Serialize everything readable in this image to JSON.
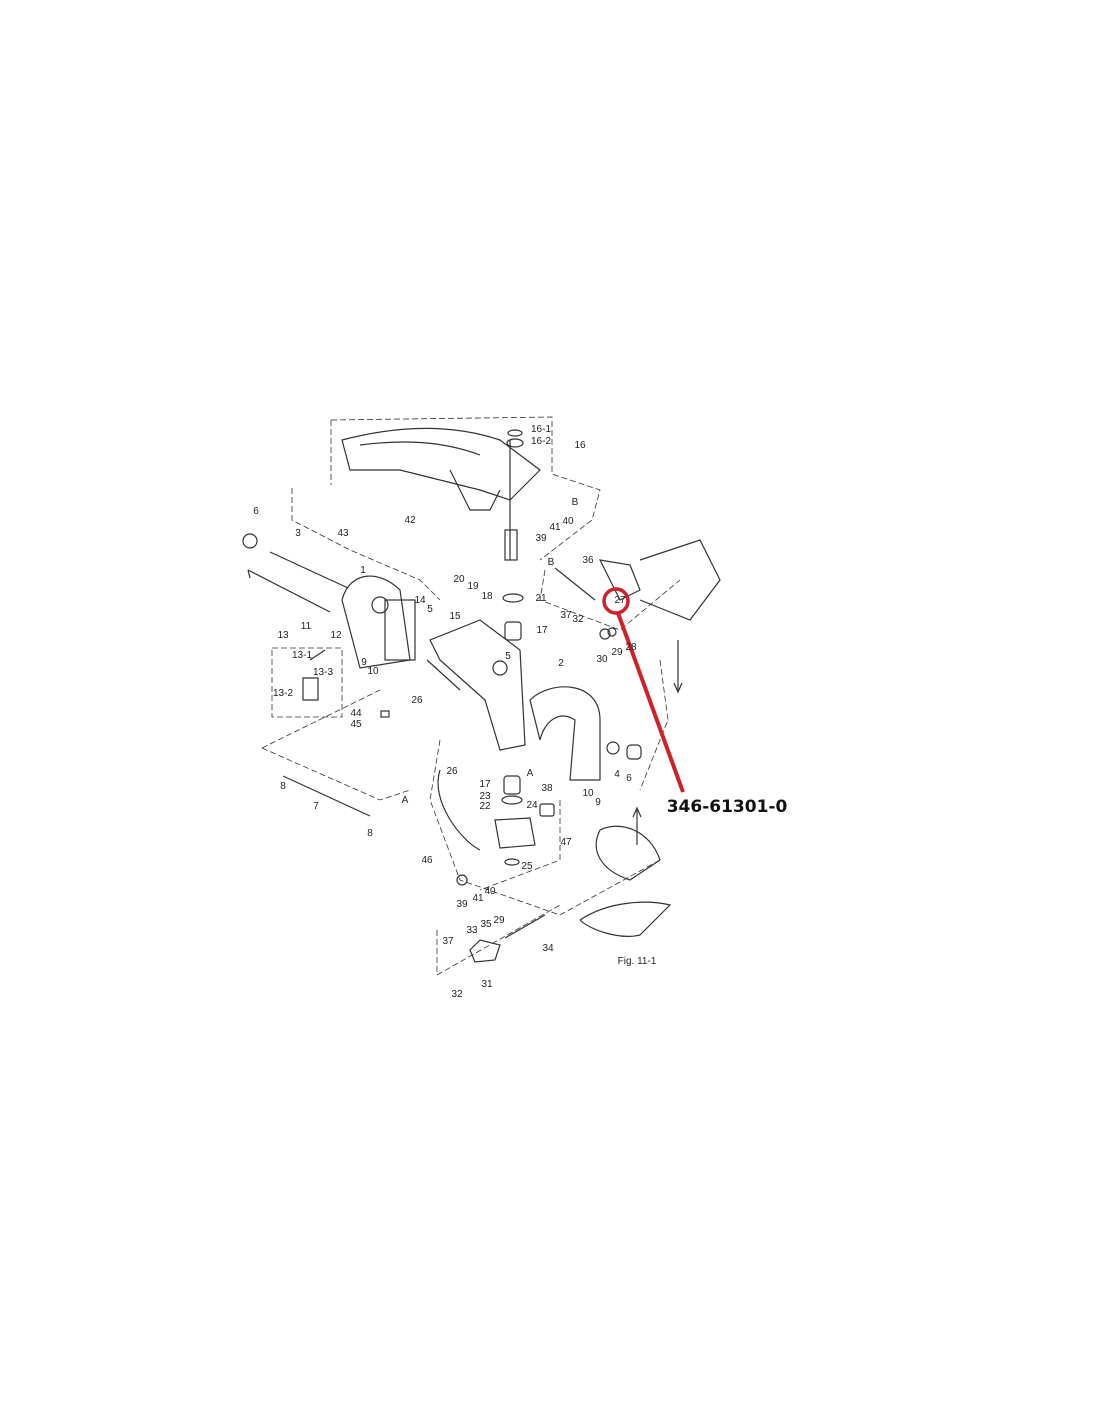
{
  "diagram": {
    "labels": [
      "16-1",
      "16-2",
      "16",
      "B",
      "40",
      "41",
      "39",
      "6",
      "43",
      "42",
      "3",
      "36",
      "B",
      "1",
      "20",
      "19",
      "18",
      "21",
      "27",
      "37",
      "32",
      "11",
      "14",
      "5",
      "15",
      "12",
      "13",
      "17",
      "30",
      "29",
      "28",
      "13-1",
      "13-3",
      "5",
      "9",
      "10",
      "2",
      "13-2",
      "26",
      "44",
      "45",
      "4",
      "6",
      "A",
      "10",
      "9",
      "26",
      "17",
      "23",
      "22",
      "38",
      "24",
      "8",
      "7",
      "A",
      "8",
      "47",
      "25",
      "46",
      "39",
      "41",
      "40",
      "29",
      "35",
      "33",
      "37",
      "34",
      "31",
      "32"
    ],
    "figure_ref": "Fig. 11-1",
    "highlighted_part": "27",
    "part_number": "346-61301-0",
    "highlight_color": "#d0202a"
  }
}
